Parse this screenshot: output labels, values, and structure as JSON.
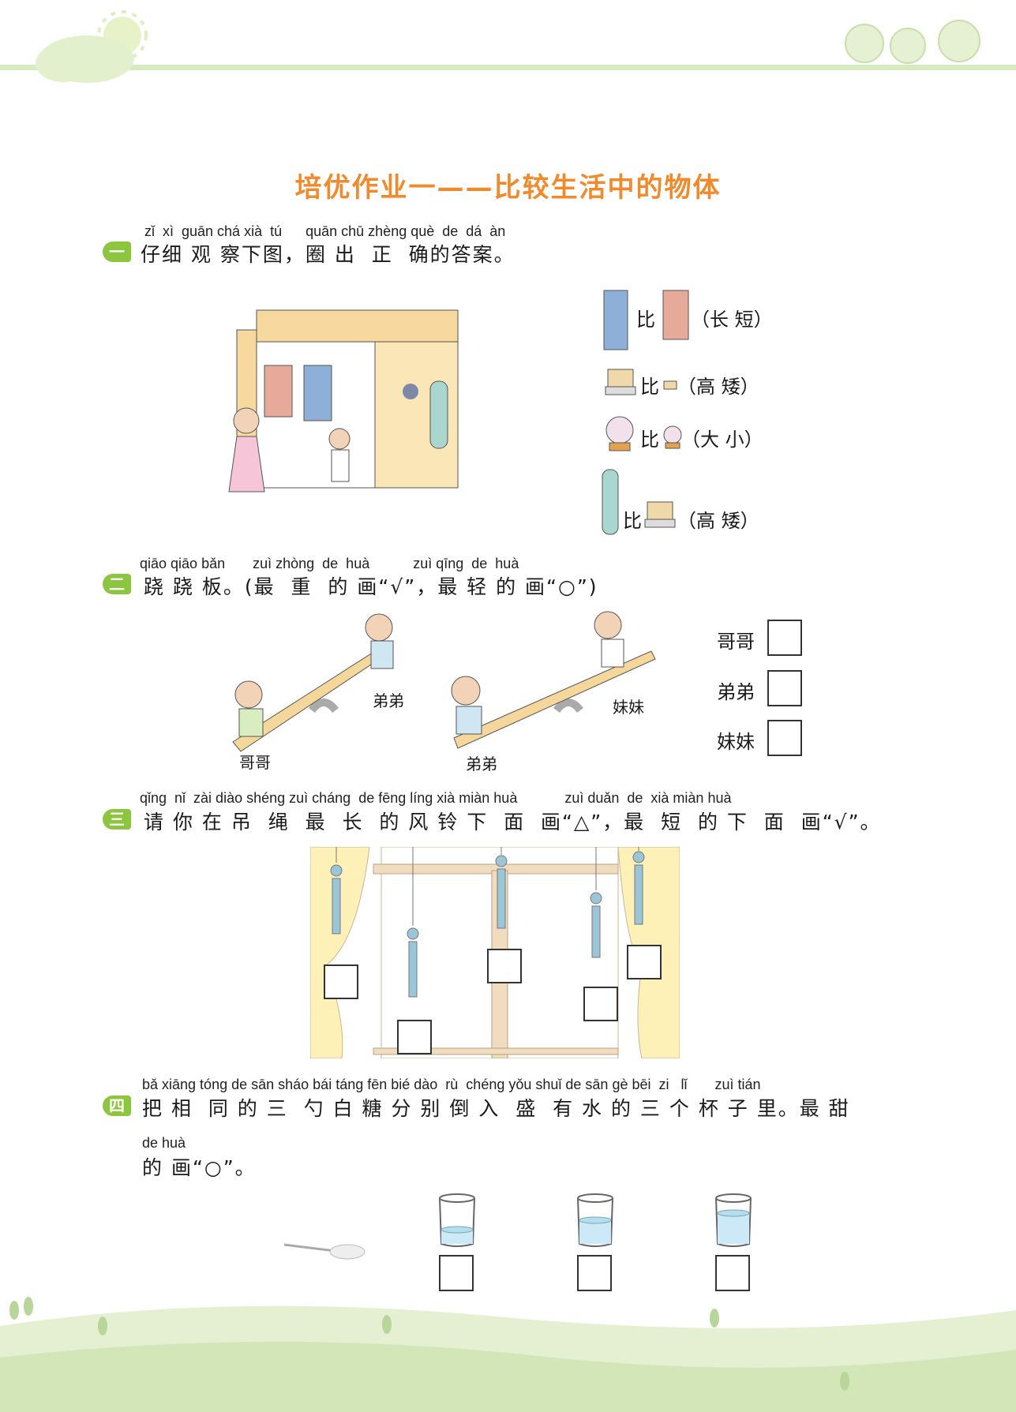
{
  "title": "培优作业一——比较生活中的物体",
  "q1": {
    "badge": "一",
    "pinyin": "zǐ  xì  guān chá xià  tú      quān chū zhèng què  de  dá  àn",
    "text": "仔细 观 察下图，圈 出  正  确的答案。",
    "items": [
      {
        "bi": "比",
        "options": "（长    短）"
      },
      {
        "bi": "比",
        "options": "（高    矮）"
      },
      {
        "bi": "比",
        "options": "（大    小）"
      },
      {
        "bi": "比",
        "options": "（高    矮）"
      }
    ]
  },
  "q2": {
    "badge": "二",
    "pinyin": "qiāo qiāo bǎn       zuì zhòng  de  huà           zuì qīng  de  huà",
    "text": "跷 跷 板。(最  重  的 画“√”，最 轻 的 画“○”)",
    "seesaw_labels": [
      "弟弟",
      "哥哥",
      "妹妹",
      "弟弟"
    ],
    "answers": [
      "哥哥",
      "弟弟",
      "妹妹"
    ]
  },
  "q3": {
    "badge": "三",
    "pinyin": "qǐng  nǐ  zài diào shéng zuì cháng  de fēng líng xià miàn huà            zuì duǎn  de  xià miàn huà",
    "text": "请 你 在 吊  绳  最  长  的 风 铃 下  面  画“△”，最  短  的 下  面  画“√”。"
  },
  "q4": {
    "badge": "四",
    "pinyin": "bǎ xiāng tóng de sān sháo bái táng fēn bié dào  rù  chéng yǒu shuǐ de sān gè bēi  zi   lǐ       zuì tián",
    "text": "把 相  同 的 三  勺 白 糖 分 别 倒 入  盛  有 水 的 三 个 杯 子 里。最 甜",
    "pinyin2": "de huà",
    "text2": "的 画“○”。",
    "water_levels": [
      0.3,
      0.5,
      0.65
    ]
  },
  "colors": {
    "accent": "#f08a2c",
    "green": "#8cc63f",
    "band": "#d8ebc0"
  }
}
